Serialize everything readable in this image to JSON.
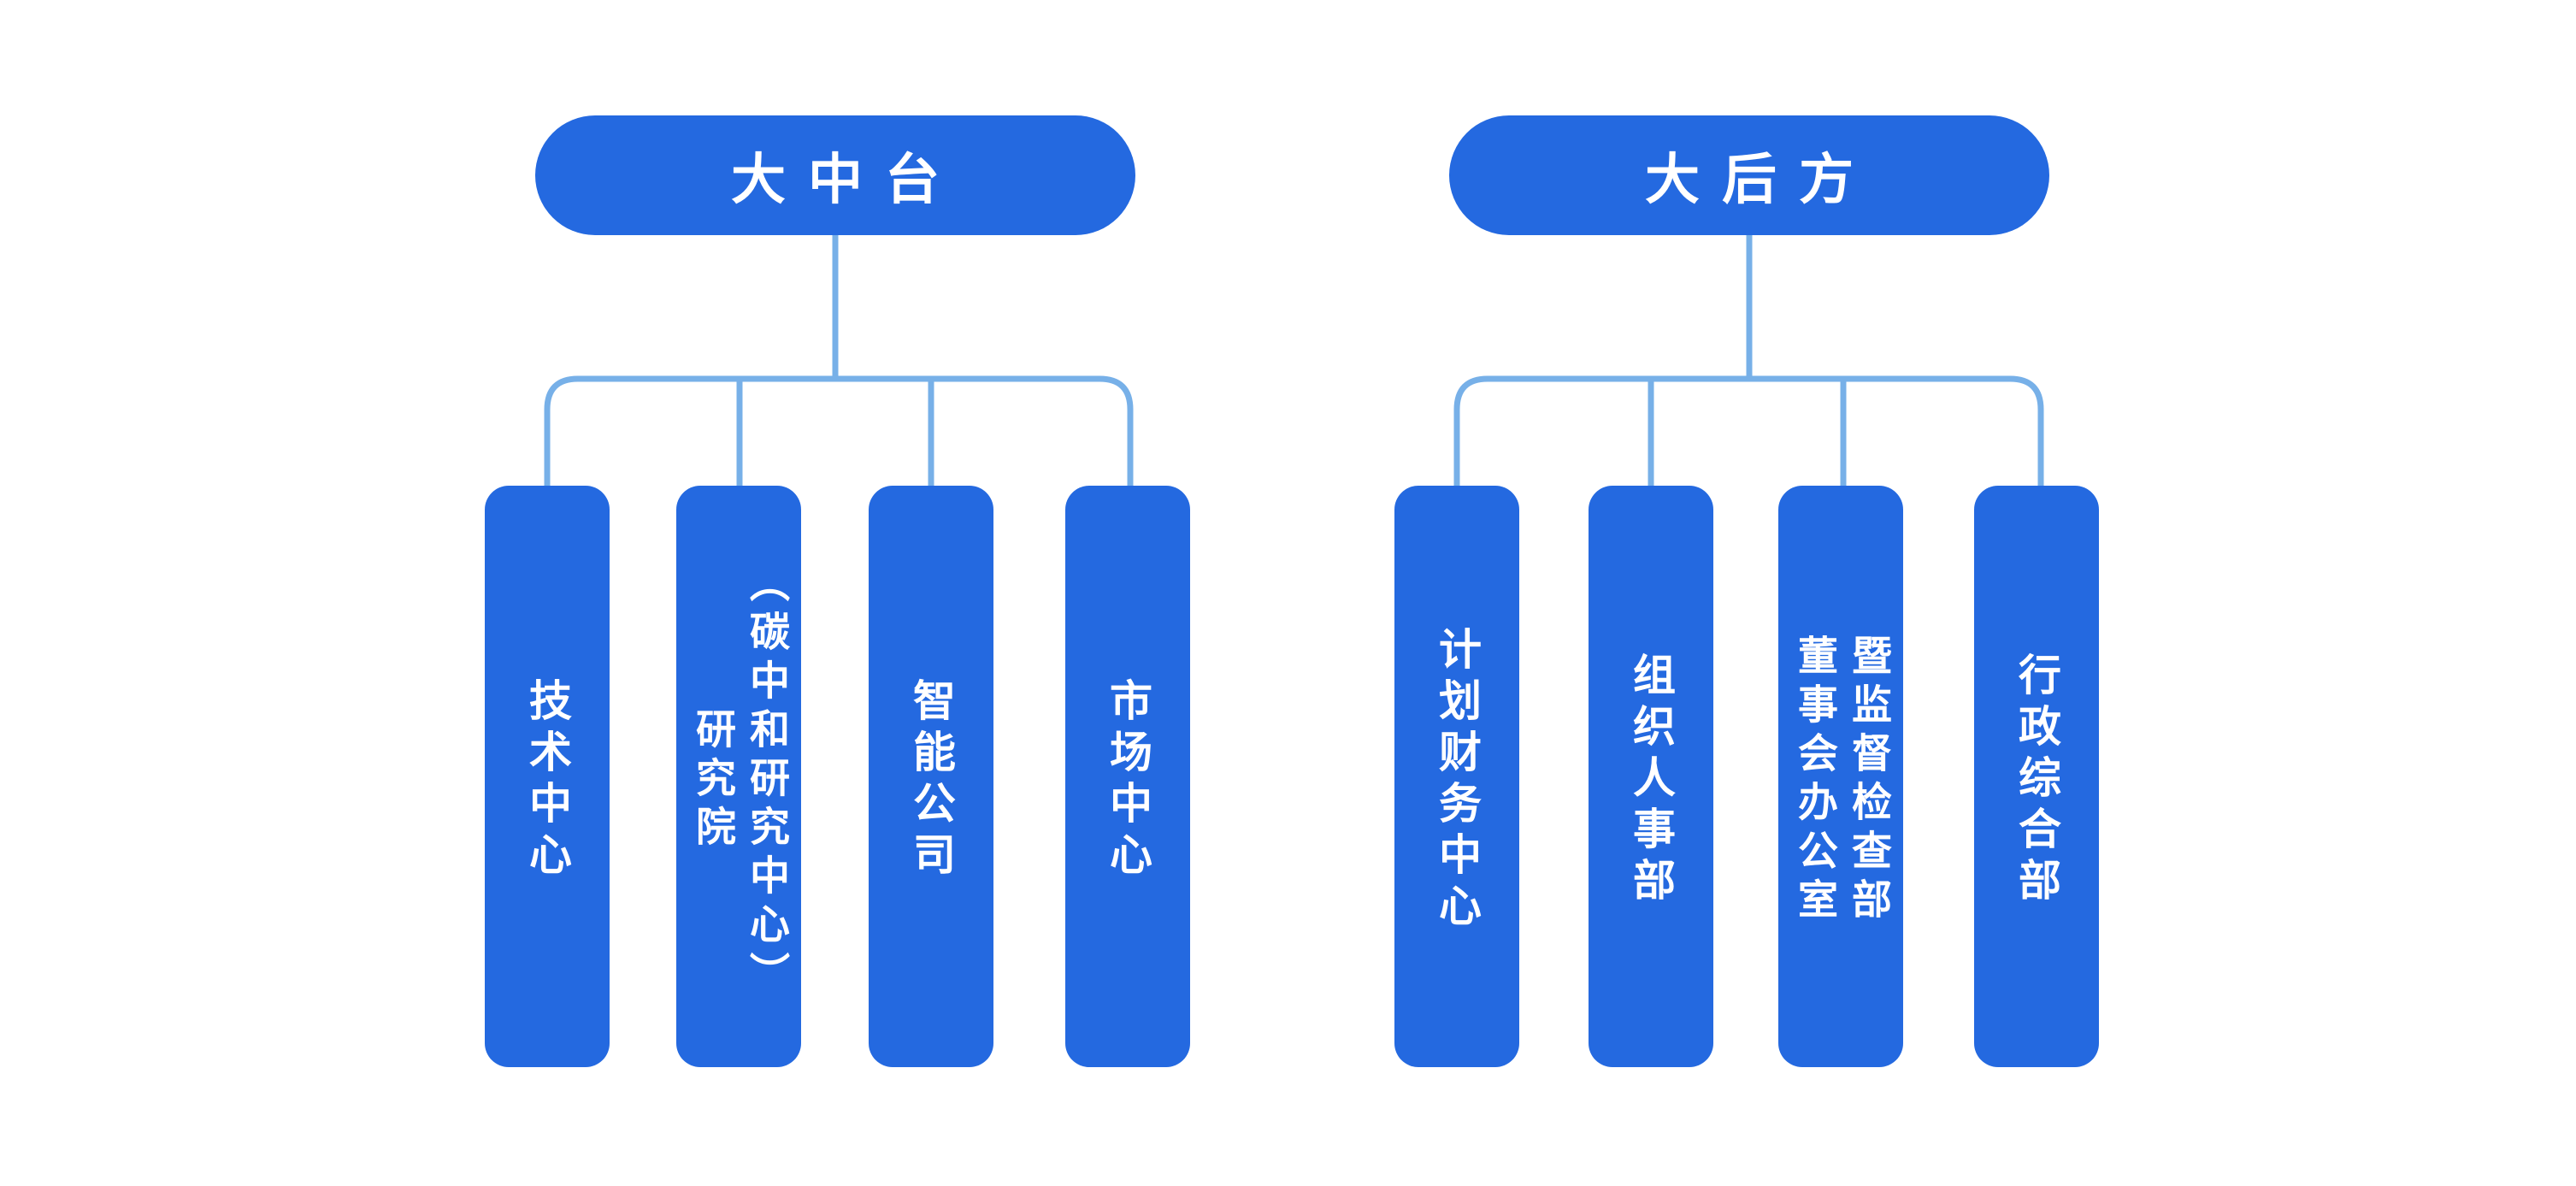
{
  "diagram": {
    "type": "org-chart",
    "colors": {
      "background": "#FFFFFF",
      "node_fill": "#2469E0",
      "node_text": "#FFFFFF",
      "connector": "#77B0E8"
    },
    "branches": [
      {
        "root": {
          "label": "大中台"
        },
        "children": [
          {
            "label": "技术中心"
          },
          {
            "label": "研究院\n（碳中和研究中心）"
          },
          {
            "label": "智能公司"
          },
          {
            "label": "市场中心"
          }
        ]
      },
      {
        "root": {
          "label": "大后方"
        },
        "children": [
          {
            "label": "计划财务中心"
          },
          {
            "label": "组织人事部"
          },
          {
            "label": "董事会办公室\n暨监督检查部"
          },
          {
            "label": "行政综合部"
          }
        ]
      }
    ]
  }
}
